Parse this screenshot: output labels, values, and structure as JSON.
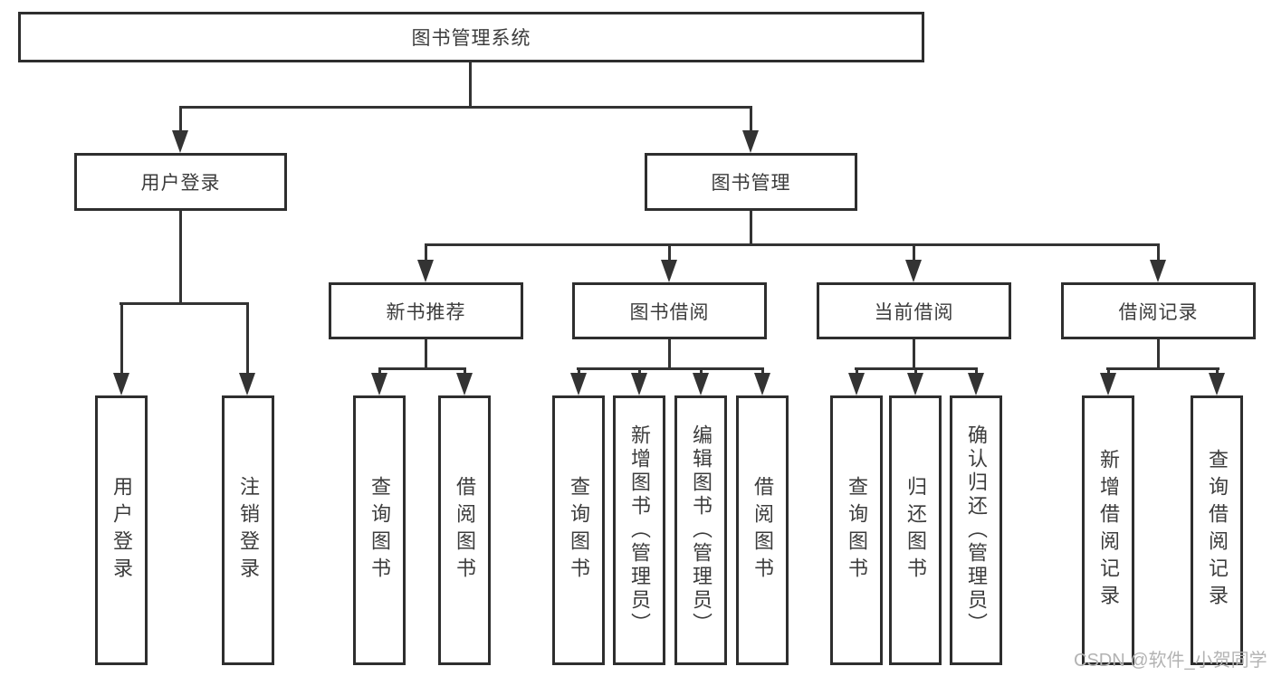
{
  "diagram": {
    "root": {
      "label": "图书管理系统",
      "children": [
        {
          "label": "用户登录",
          "children": [
            {
              "label": "用户登录"
            },
            {
              "label": "注销登录"
            }
          ]
        },
        {
          "label": "图书管理",
          "children": [
            {
              "label": "新书推荐",
              "children": [
                {
                  "label": "查询图书"
                },
                {
                  "label": "借阅图书"
                }
              ]
            },
            {
              "label": "图书借阅",
              "children": [
                {
                  "label": "查询图书"
                },
                {
                  "label": "新增图书（管理员）"
                },
                {
                  "label": "编辑图书（管理员）"
                },
                {
                  "label": "借阅图书"
                }
              ]
            },
            {
              "label": "当前借阅",
              "children": [
                {
                  "label": "查询图书"
                },
                {
                  "label": "归还图书"
                },
                {
                  "label": "确认归还（管理员）"
                }
              ]
            },
            {
              "label": "借阅记录",
              "children": [
                {
                  "label": "新增借阅记录"
                },
                {
                  "label": "查询借阅记录"
                }
              ]
            }
          ]
        }
      ]
    }
  },
  "watermark": "CSDN @软件_小贺同学",
  "colors": {
    "line": "#333333",
    "box_border": "#2e2e2e",
    "text": "#3c3c3c",
    "watermark_text": "#b3b3b3",
    "background": "#ffffff"
  }
}
